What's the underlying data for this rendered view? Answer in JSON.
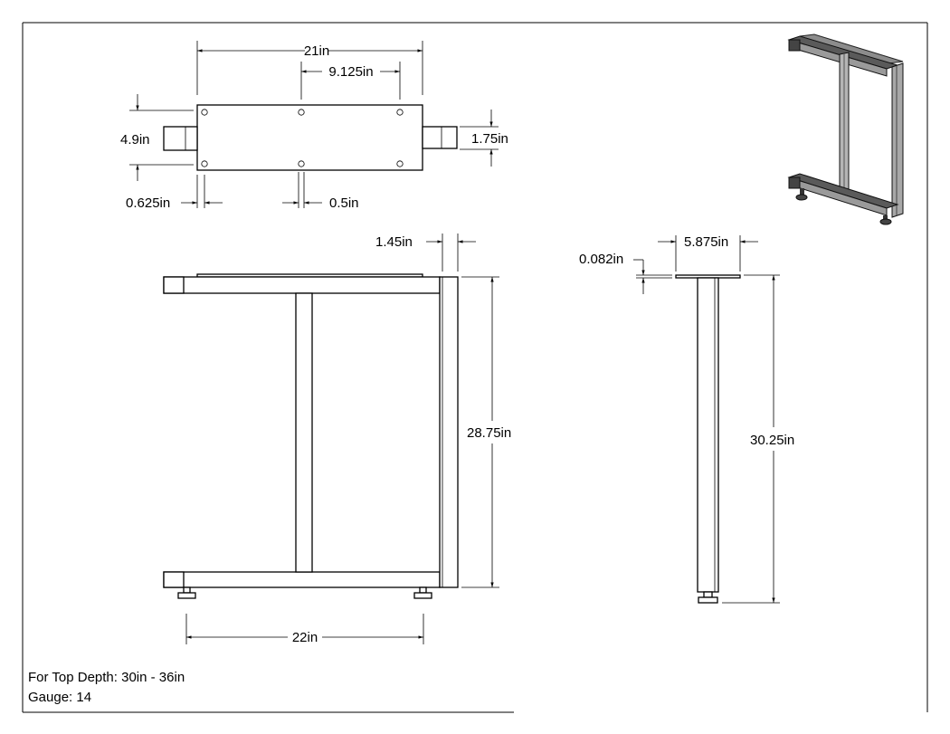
{
  "dimensions": {
    "top_length": "21in",
    "hole_offset": "9.125in",
    "plate_width": "4.9in",
    "tube_size": "1.75in",
    "edge_hole": "0.625in",
    "hole_dia": "0.5in",
    "tube_width": "1.45in",
    "plate_thickness": "0.082in",
    "plate_depth": "5.875in",
    "inner_height": "28.75in",
    "overall_height": "30.25in",
    "base_width": "22in"
  },
  "notes": {
    "top_depth": "For Top Depth: 30in - 36in",
    "gauge": "Gauge: 14"
  }
}
